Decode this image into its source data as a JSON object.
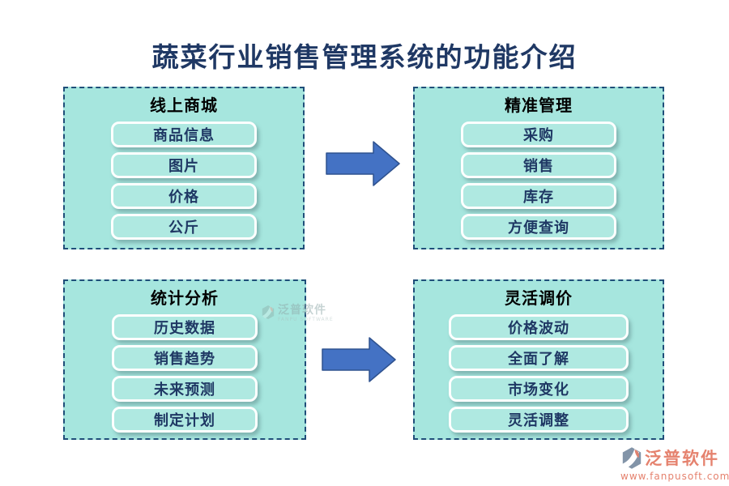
{
  "title": "蔬菜行业销售管理系统的功能介绍",
  "panels": [
    {
      "title": "线上商城",
      "items": [
        "商品信息",
        "图片",
        "价格",
        "公斤"
      ]
    },
    {
      "title": "精准管理",
      "items": [
        "采购",
        "销售",
        "库存",
        "方便查询"
      ]
    },
    {
      "title": "统计分析",
      "items": [
        "历史数据",
        "销售趋势",
        "未来预测",
        "制定计划"
      ]
    },
    {
      "title": "灵活调价",
      "items": [
        "价格波动",
        "全面了解",
        "市场变化",
        "灵活调整"
      ]
    }
  ],
  "watermarks": {
    "center": {
      "brand": "泛普软件",
      "subtitle": "FANPU SOFTWARE"
    },
    "bottom_right": {
      "brand": "泛普软件",
      "url": "www.fanpusoft.com"
    }
  },
  "colors": {
    "title_text": "#1F3864",
    "panel_bg": "#A6E6DE",
    "panel_border": "#1F4E79",
    "pill_bg": "#AFE9E1",
    "pill_text": "#1F3864",
    "arrow_fill": "#4472C4",
    "arrow_stroke": "#2F528F",
    "watermark_coral": "#E5826E"
  }
}
